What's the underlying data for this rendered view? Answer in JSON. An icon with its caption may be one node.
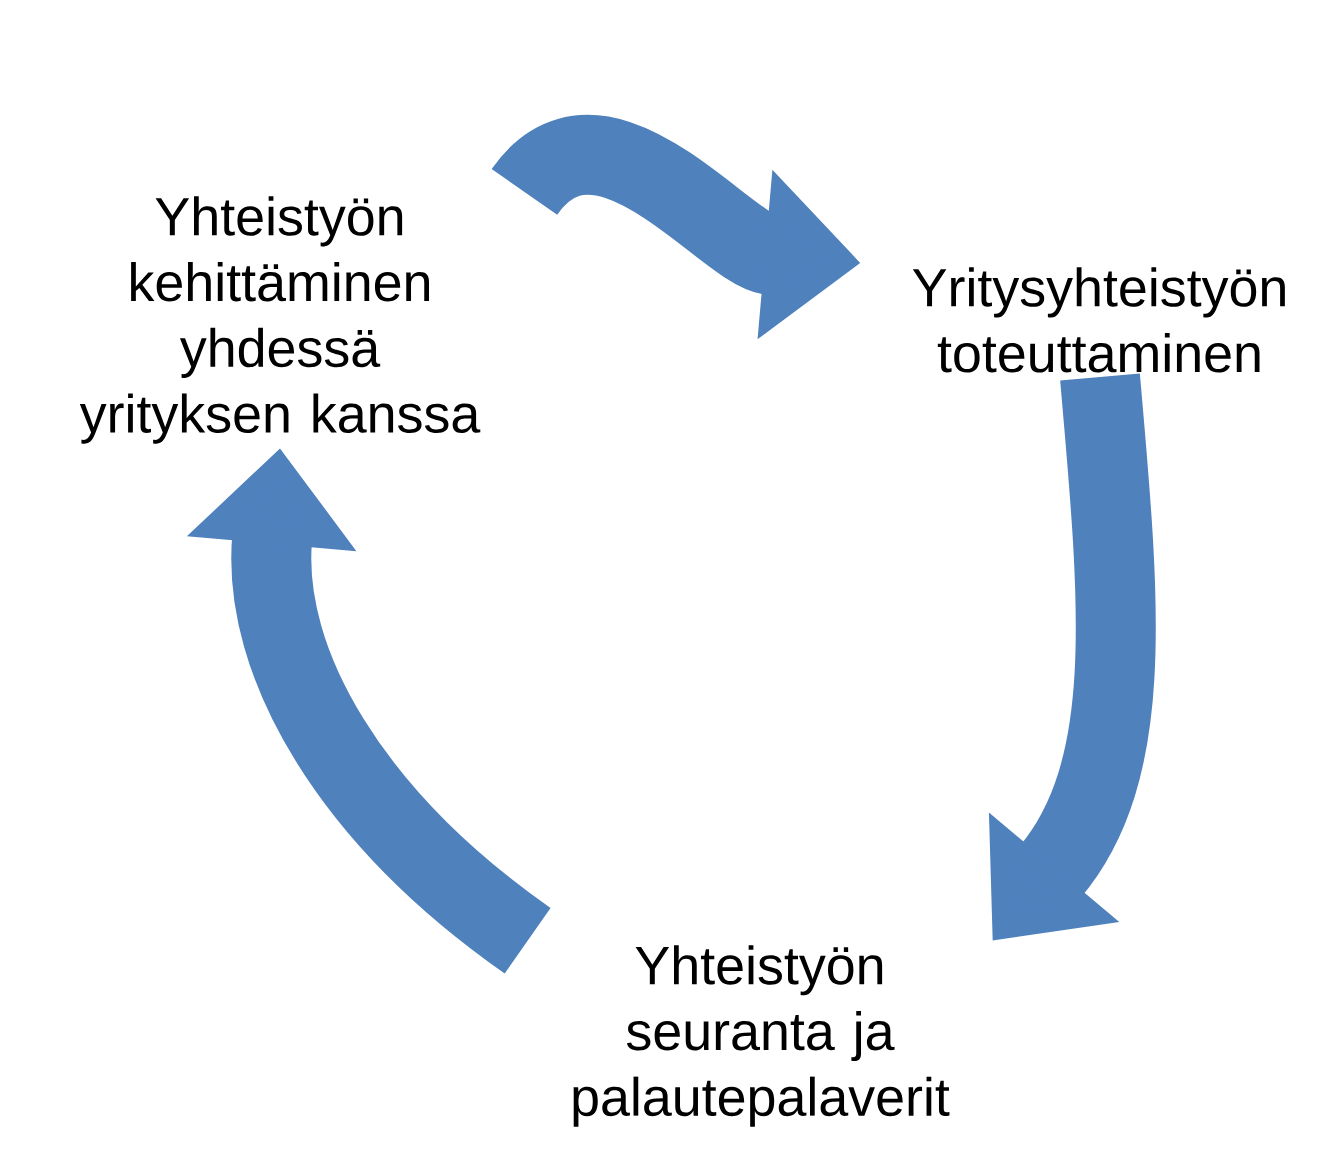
{
  "diagram": {
    "nodes": [
      {
        "text": [
          "Yhteistyön kehittäminen yhdessä yrityksen kanssa"
        ]
      },
      {
        "text": [
          "Yritysyhteistyön toteuttaminen"
        ]
      },
      {
        "text": [
          "Yhteistyön seuranta ja palautepalaverit"
        ]
      }
    ],
    "edges": [
      {
        "from": 0,
        "to": 1,
        "arrow": "to"
      },
      {
        "from": 1,
        "to": 2,
        "arrow": "to"
      },
      {
        "from": 2,
        "to": 0,
        "arrow": "to"
      }
    ]
  }
}
